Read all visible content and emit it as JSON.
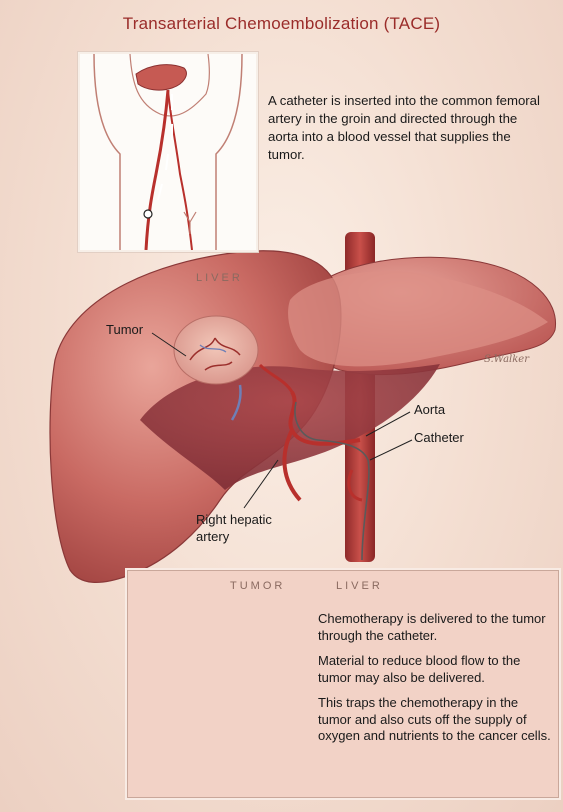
{
  "title": "Transarterial Chemoembolization (TACE)",
  "intro_text": "A catheter is inserted into the common femoral artery in the groin and directed through the aorta into a blood vessel that supplies the tumor.",
  "labels": {
    "liver_main": "LIVER",
    "tumor": "Tumor",
    "aorta": "Aorta",
    "catheter": "Catheter",
    "right_hepatic_artery_line1": "Right hepatic",
    "right_hepatic_artery_line2": "artery",
    "signature": "S.Walker"
  },
  "detail": {
    "tumor_label": "TUMOR",
    "liver_label": "LIVER",
    "paragraphs": [
      "Chemotherapy is delivered to the tumor through the catheter.",
      "Material to reduce blood flow to the tumor may also be delivered.",
      "This traps the chemotherapy in the tumor and also cuts off the supply of oxygen and nutrients to the cancer cells."
    ]
  }
}
